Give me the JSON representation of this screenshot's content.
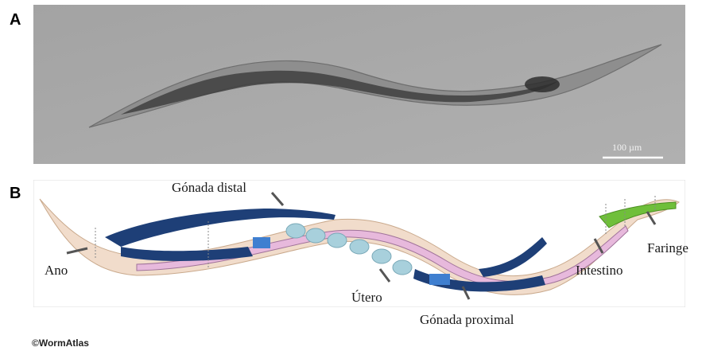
{
  "panels": {
    "a_letter": "A",
    "b_letter": "B"
  },
  "photo": {
    "scale_bar_label": "100 µm"
  },
  "diagram": {
    "labels": {
      "gonada_distal": "Gónada distal",
      "ano": "Ano",
      "utero": "Útero",
      "gonada_proximal": "Gónada proximal",
      "intestino": "Intestino",
      "faringe": "Faringe"
    }
  },
  "credit": "©WormAtlas",
  "colors": {
    "photo_bg": "#a8a8a8",
    "body": "#f1dccb",
    "intestine": "#e7b9dc",
    "gonad": "#1e3f77",
    "uterus_egg": "#a8d0dc",
    "pharynx": "#6fbf3a"
  }
}
